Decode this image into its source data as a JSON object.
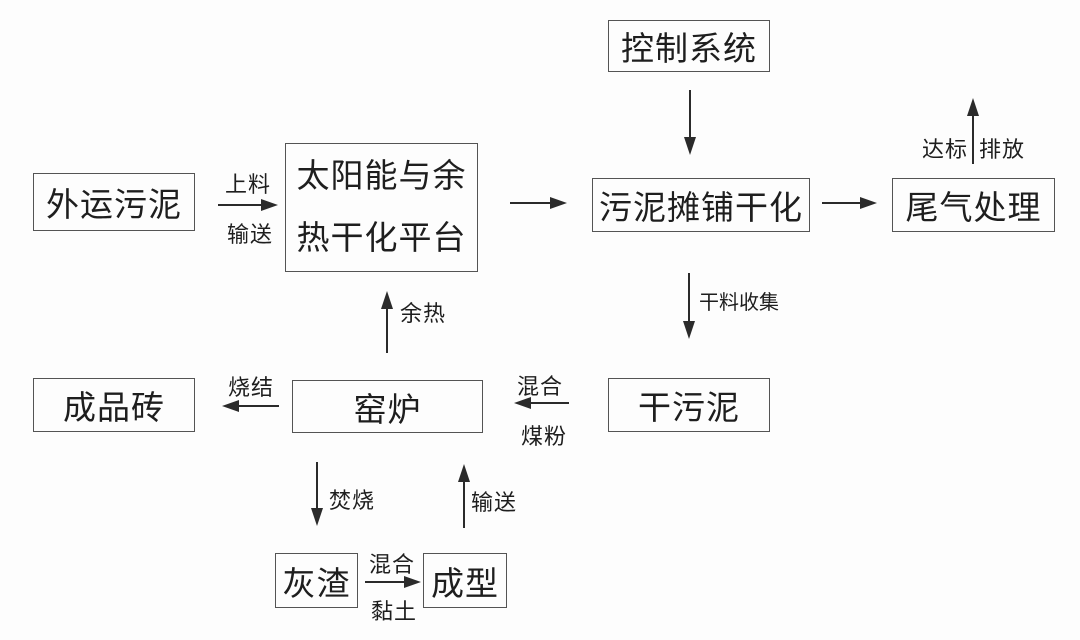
{
  "diagram": {
    "description": "Sludge solar drying and brick-making process flowchart",
    "colors": {
      "background": "#fdfdfd",
      "box_border": "#545454",
      "text": "#1e1e1e",
      "arrow": "#2b2b2b"
    },
    "nodes": {
      "external_sludge": {
        "label": "外运污泥"
      },
      "solar_platform": {
        "lines": [
          "太阳能与余",
          "热干化平台"
        ]
      },
      "control_system": {
        "label": "控制系统"
      },
      "sludge_spreading": {
        "label": "污泥摊铺干化"
      },
      "tail_gas": {
        "label": "尾气处理"
      },
      "dry_sludge": {
        "label": "干污泥"
      },
      "kiln": {
        "label": "窑炉"
      },
      "finished_brick": {
        "label": "成品砖"
      },
      "ash": {
        "label": "灰渣"
      },
      "forming": {
        "label": "成型"
      }
    },
    "edges": [
      {
        "from": "external_sludge",
        "to": "solar_platform",
        "direction": "right",
        "labels": [
          "上料",
          "输送"
        ]
      },
      {
        "from": "solar_platform",
        "to": "sludge_spreading",
        "direction": "right",
        "labels": []
      },
      {
        "from": "control_system",
        "to": "sludge_spreading",
        "direction": "down",
        "labels": []
      },
      {
        "from": "sludge_spreading",
        "to": "tail_gas",
        "direction": "right",
        "labels": []
      },
      {
        "from": "tail_gas",
        "to": "",
        "direction": "up",
        "labels": [
          "达标",
          "排放"
        ]
      },
      {
        "from": "sludge_spreading",
        "to": "dry_sludge",
        "direction": "down",
        "labels": [
          "干料收集"
        ]
      },
      {
        "from": "dry_sludge",
        "to": "kiln",
        "direction": "left",
        "labels": [
          "混合",
          "煤粉"
        ]
      },
      {
        "from": "kiln",
        "to": "solar_platform",
        "direction": "up",
        "labels": [
          "余热"
        ]
      },
      {
        "from": "kiln",
        "to": "finished_brick",
        "direction": "left",
        "labels": [
          "烧结"
        ]
      },
      {
        "from": "kiln",
        "to": "ash",
        "direction": "down",
        "labels": [
          "焚烧"
        ]
      },
      {
        "from": "ash",
        "to": "forming",
        "direction": "right",
        "labels": [
          "混合",
          "黏土"
        ]
      },
      {
        "from": "forming",
        "to": "kiln",
        "direction": "up",
        "labels": [
          "输送"
        ]
      }
    ]
  }
}
